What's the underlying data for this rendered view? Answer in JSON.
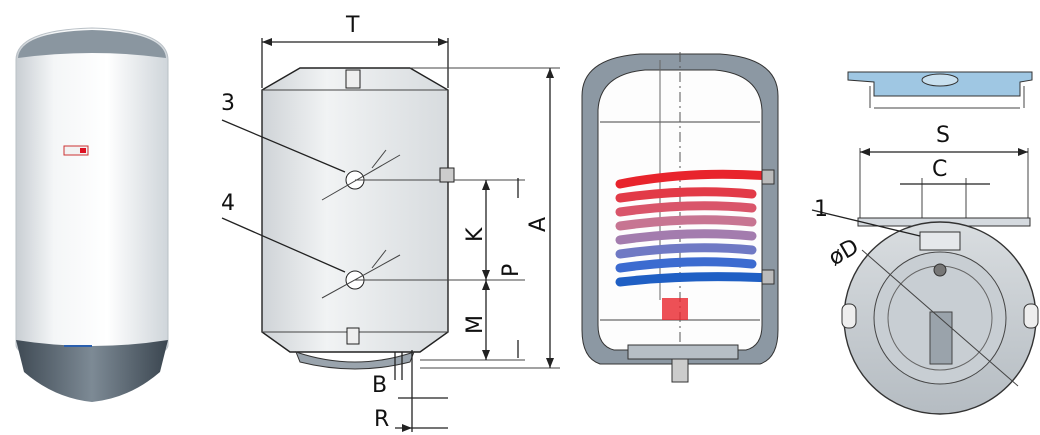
{
  "labels": {
    "T": "T",
    "A": "A",
    "K": "K",
    "P": "P",
    "M": "M",
    "B": "B",
    "R": "R",
    "n3": "3",
    "n4": "4",
    "S": "S",
    "C": "C",
    "n1": "1",
    "diam": "øD"
  },
  "colors": {
    "hot": "#e8242c",
    "cold": "#1f5fc4",
    "shell": "#e6e8ea",
    "insulation": "#8c98a3",
    "bottom_cap": "#5d6a74"
  }
}
